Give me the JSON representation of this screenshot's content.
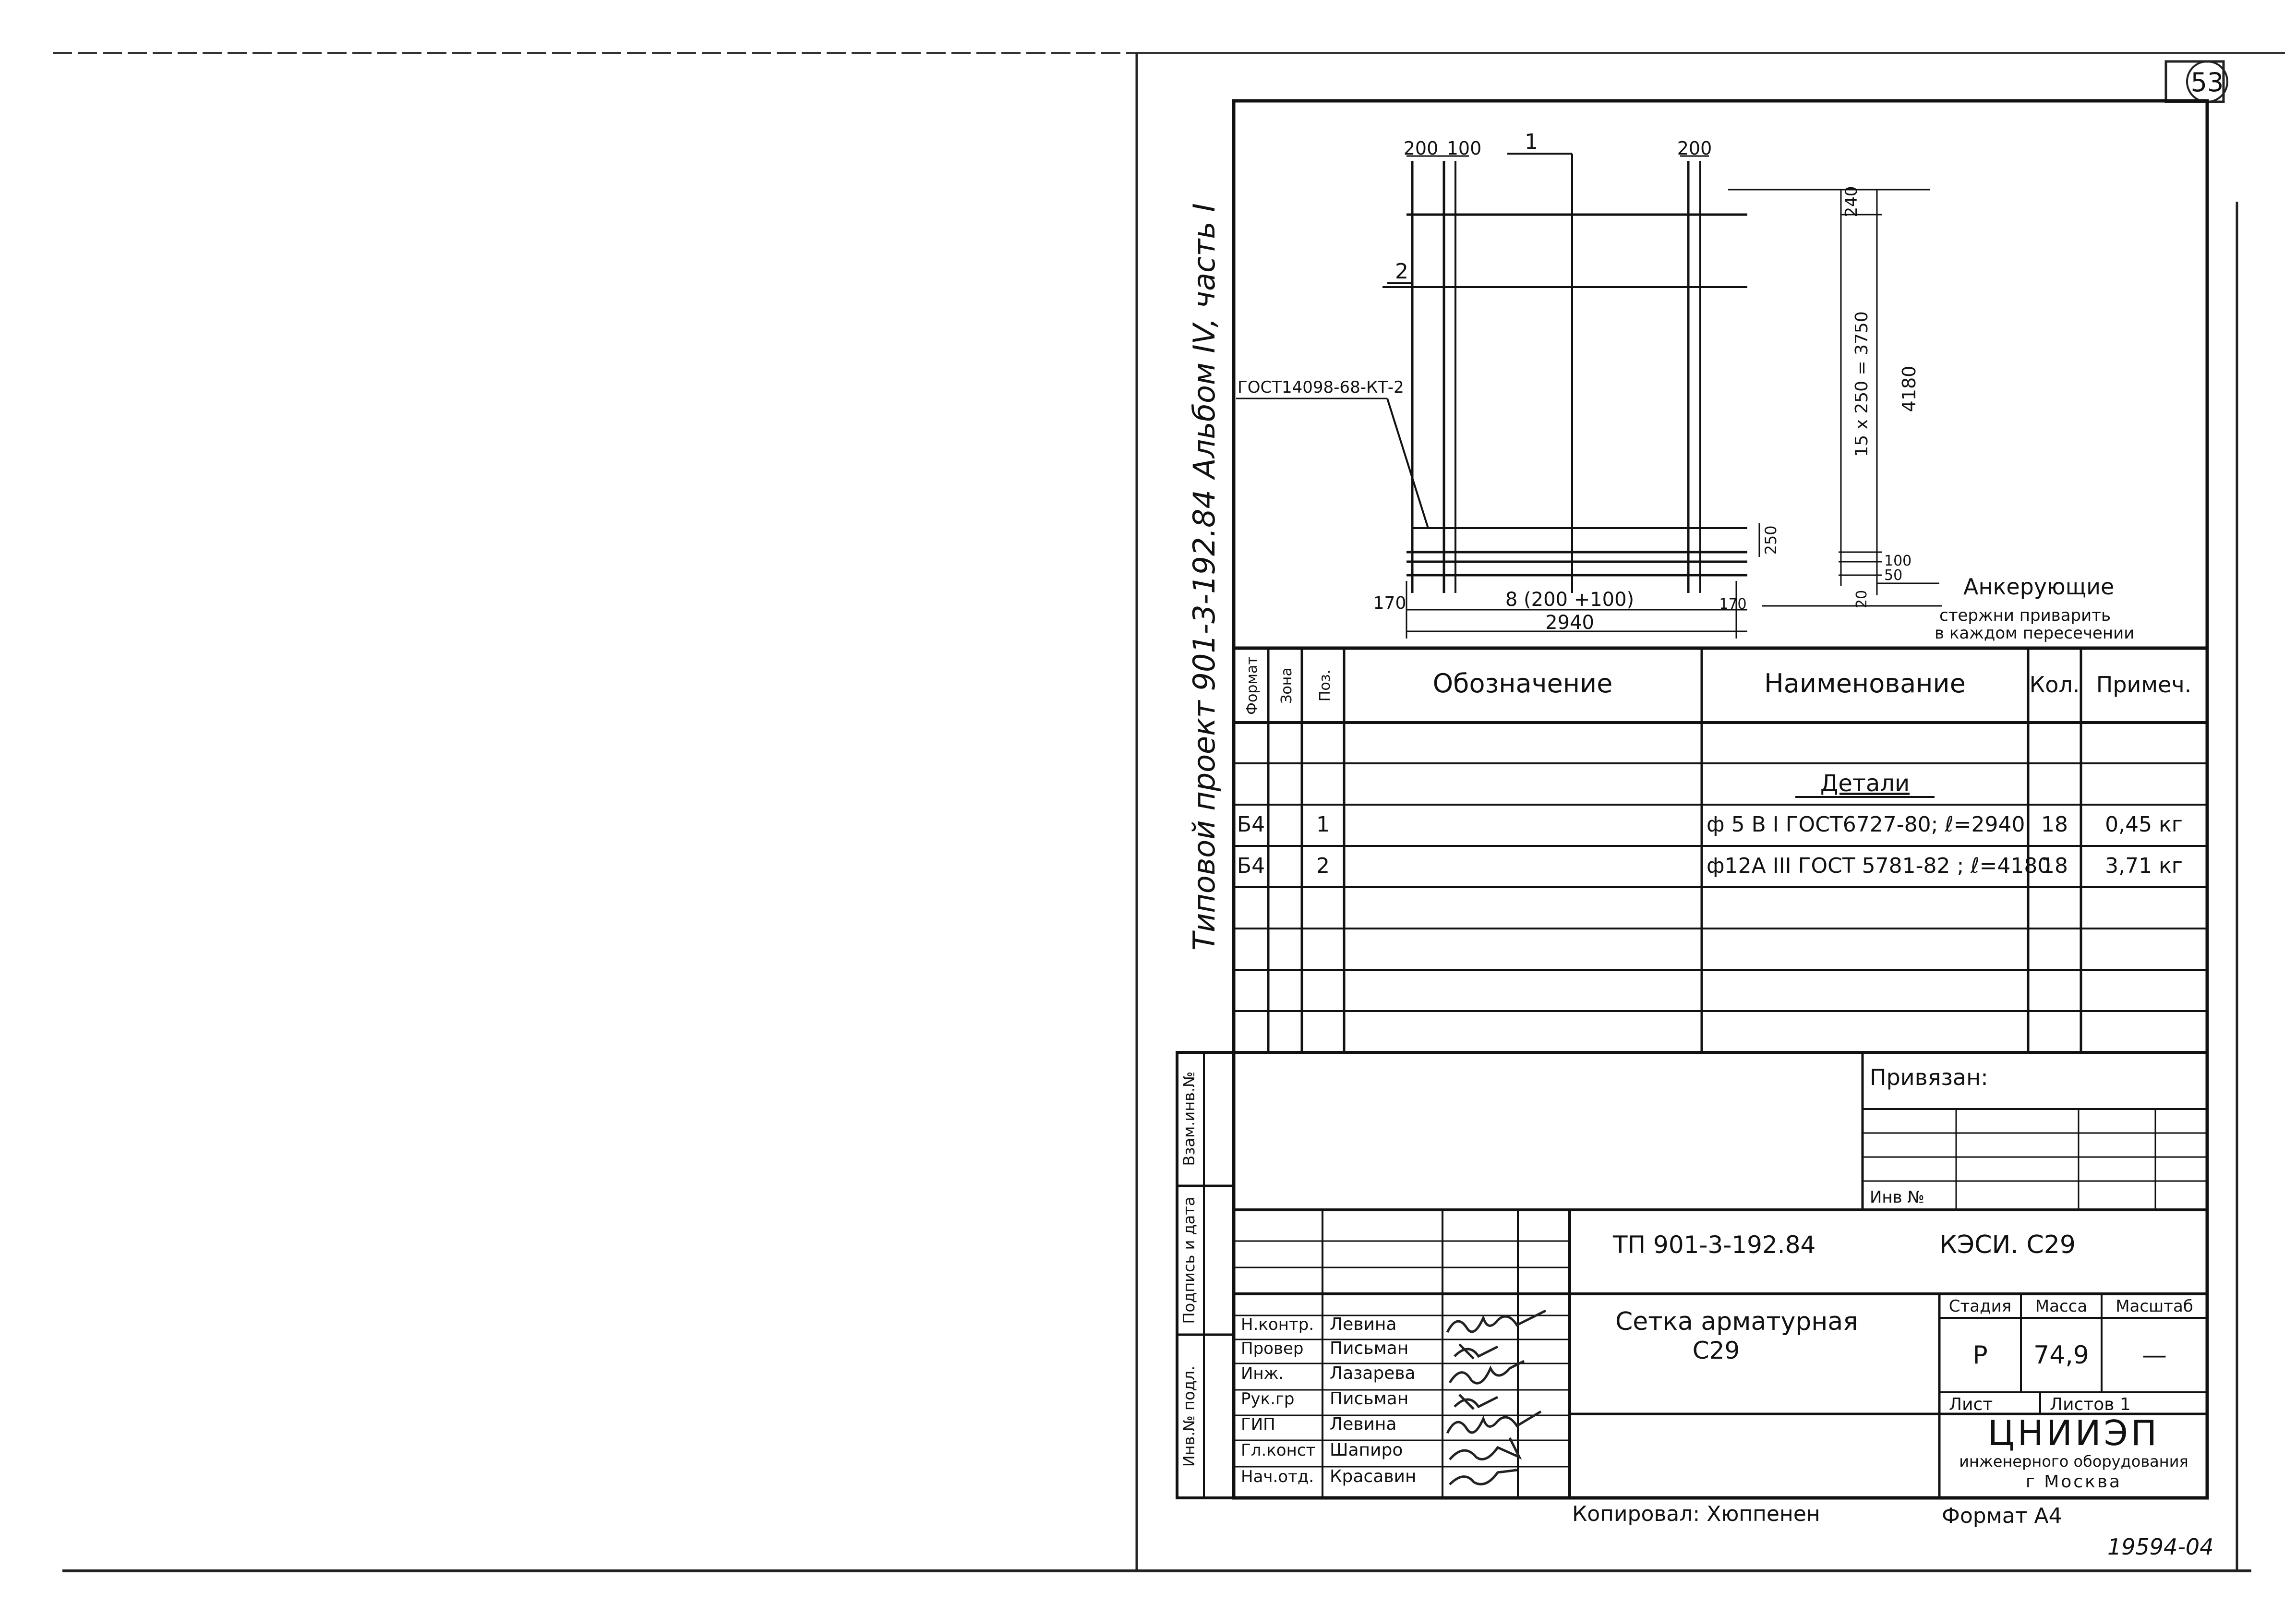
{
  "sheet_number": "53",
  "album": "Альбом IV, часть I",
  "project": "Типовой проект 901-3-192.84",
  "drawing": {
    "dims_top": [
      "200",
      "100",
      "200"
    ],
    "callout_1": "1",
    "callout_2": "2",
    "gost_label": "ГОСТ14098-68-КТ-2",
    "dim_240": "240",
    "dim_15x250": "15 x 250 = 3750",
    "dim_4180": "4180",
    "dim_250": "250",
    "dim_100": "100",
    "dim_50": "50",
    "dim_20": "20",
    "dim_170_left": "170",
    "dim_8x": "8 (200 +100)",
    "dim_170_right": "170",
    "dim_2940": "2940",
    "anchor_note_1": "Анкерующие",
    "anchor_note_2": "стержни приварить",
    "anchor_note_3": "в каждом пересечении"
  },
  "spec": {
    "headers": {
      "format": "Формат",
      "zone": "Зона",
      "pos": "Поз.",
      "designation": "Обозначение",
      "name": "Наименование",
      "qty": "Кол.",
      "note": "Примеч."
    },
    "section": "Детали",
    "rows": [
      {
        "format": "Б4",
        "zone": "",
        "pos": "1",
        "designation": "",
        "name": "ф 5 В I ГОСТ6727-80; ℓ=2940",
        "qty": "18",
        "note": "0,45 кг"
      },
      {
        "format": "Б4",
        "zone": "",
        "pos": "2",
        "designation": "",
        "name": "ф12А III ГОСТ 5781-82 ; ℓ=4180",
        "qty": "18",
        "note": "3,71 кг"
      }
    ]
  },
  "binding": {
    "title": "Привязан:",
    "inv": "Инв №"
  },
  "side_stamps": {
    "vzam": "Взам.инв.№",
    "podpis": "Подпись и дата",
    "inv_podl": "Инв.№ подл."
  },
  "title_block": {
    "code": "ТП 901-3-192.84",
    "sheet_code": "КЭСИ. С29",
    "name_line1": "Сетка арматурная",
    "name_line2": "С29",
    "stage_header": "Стадия",
    "mass_header": "Масса",
    "scale_header": "Масштаб",
    "stage": "Р",
    "mass": "74,9",
    "scale": "—",
    "sheet_label": "Лист",
    "sheets_label": "Листов 1",
    "org1": "ЦНИИЭП",
    "org2": "инженерного оборудования",
    "org3": "г Москва",
    "people": [
      {
        "role": "Н.контр.",
        "name": "Левина"
      },
      {
        "role": "Провер",
        "name": "Письман"
      },
      {
        "role": "Инж.",
        "name": "Лазарева"
      },
      {
        "role": "Рук.гр",
        "name": "Письман"
      },
      {
        "role": "ГИП",
        "name": "Левина"
      },
      {
        "role": "Гл.конст",
        "name": "Шапиро"
      },
      {
        "role": "Нач.отд.",
        "name": "Красавин"
      }
    ]
  },
  "footer": {
    "copied": "Копировал: Хюппенен",
    "format": "Формат  А4",
    "doc_no": "19594-04"
  }
}
